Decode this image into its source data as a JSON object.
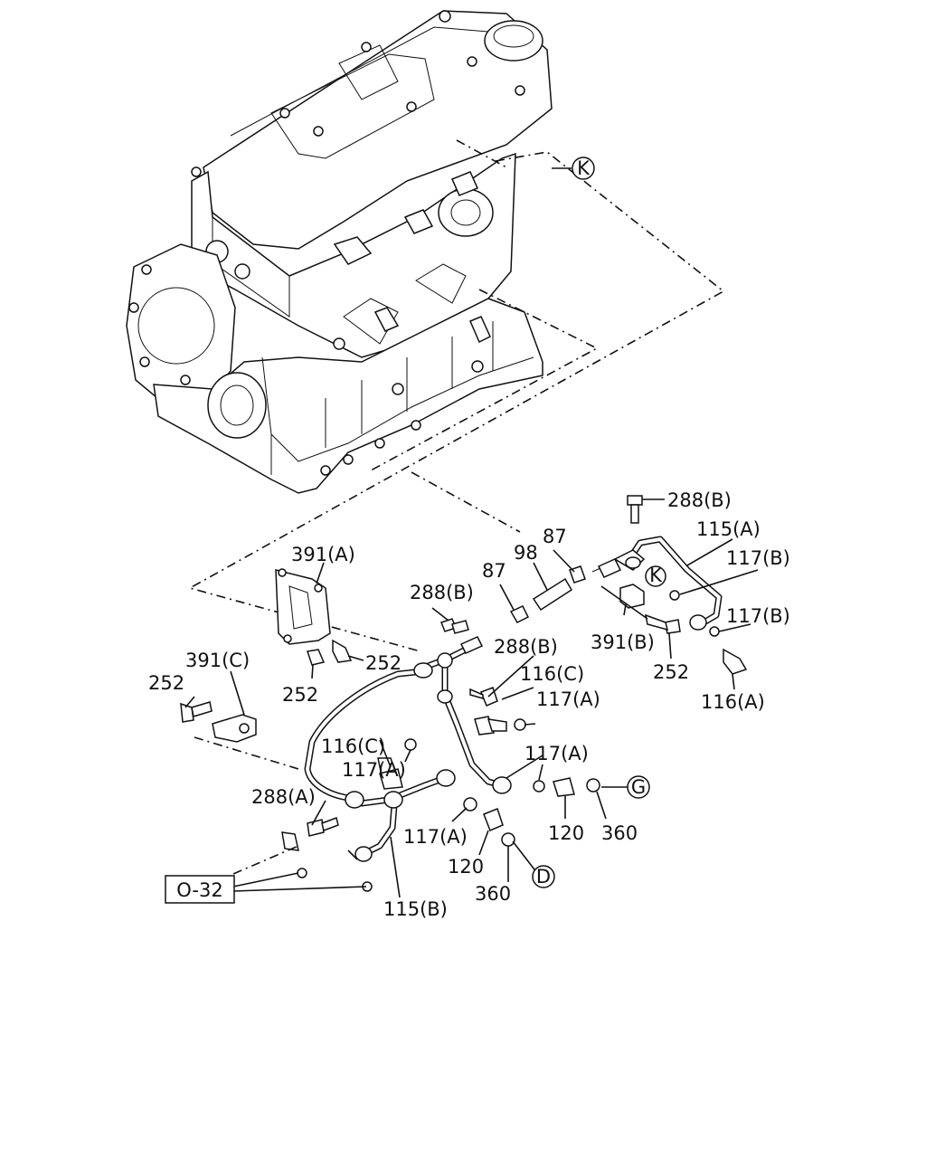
{
  "labels": {
    "k_top": "K",
    "k_mid": "K",
    "p288b_top": "288(B)",
    "p115a": "115(A)",
    "p117b_1": "117(B)",
    "p117b_2": "117(B)",
    "p87_right": "87",
    "p98": "98",
    "p87_left": "87",
    "p391a": "391(A)",
    "p288b_mid": "288(B)",
    "p288b_low": "288(B)",
    "p391b": "391(B)",
    "p252_right": "252",
    "p116a": "116(A)",
    "p252_mid1": "252",
    "p252_mid2": "252",
    "p391c": "391(C)",
    "p252_left": "252",
    "p116c_right": "116(C)",
    "p117a_right1": "117(A)",
    "p116c_left": "116(C)",
    "p117a_left": "117(A)",
    "p117a_right2": "117(A)",
    "p288a": "288(A)",
    "g_circle": "G",
    "p120_right": "120",
    "p360_right": "360",
    "p117a_low": "117(A)",
    "p120_low": "120",
    "p360_low": "360",
    "d_circle": "D",
    "ref_box": "O-32",
    "p115b": "115(B)"
  }
}
